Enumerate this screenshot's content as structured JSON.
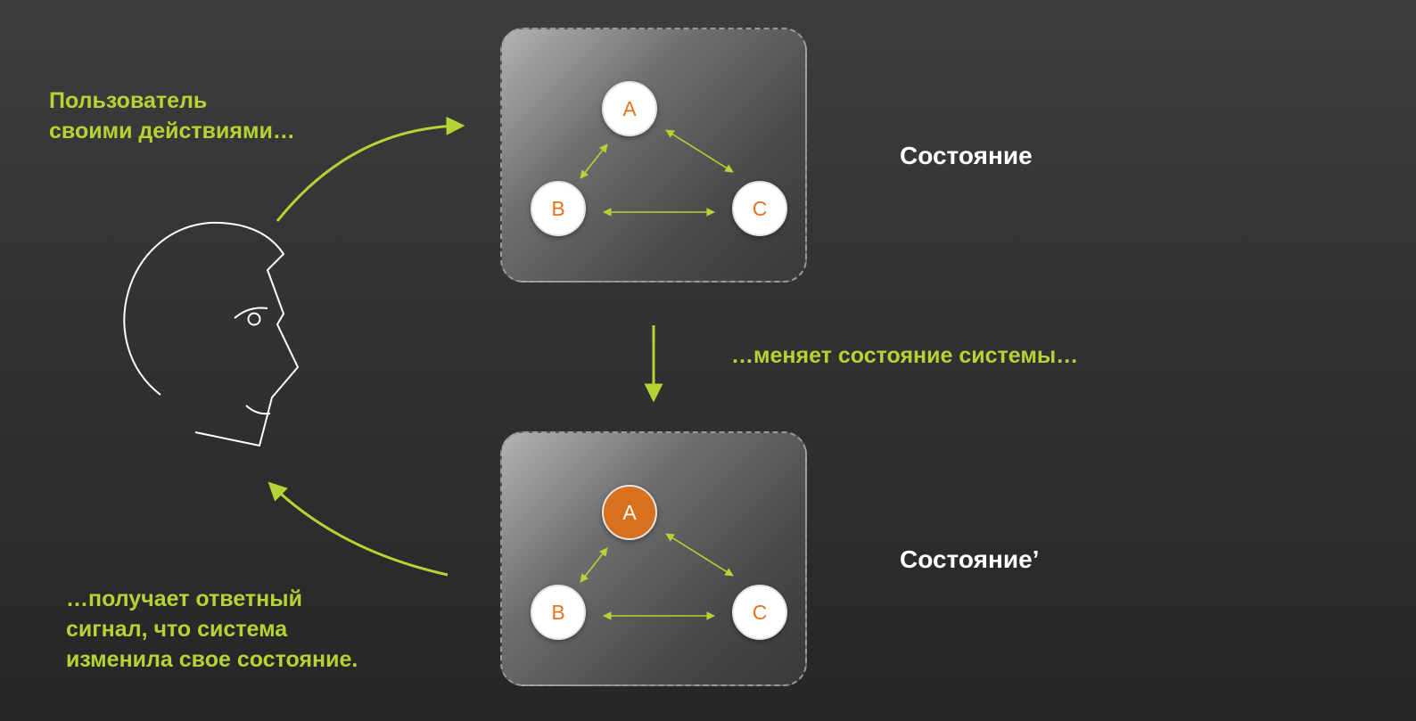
{
  "captions": {
    "top": [
      "Пользователь",
      "своими действиями…"
    ],
    "middle": "…меняет состояние системы…",
    "bottom": [
      "…получает ответный",
      "сигнал, что система",
      "изменила свое состояние."
    ]
  },
  "states": [
    {
      "label": "Состояние",
      "nodes": {
        "a": "A",
        "b": "B",
        "c": "C"
      },
      "active_node": ""
    },
    {
      "label": "Состояние’",
      "nodes": {
        "a": "A",
        "b": "B",
        "c": "C"
      },
      "active_node": "a"
    }
  ],
  "colors": {
    "accent": "#b5d334",
    "node_text": "#e8731f",
    "node_active_fill": "#d9701d",
    "state_label": "#ffffff",
    "figure_stroke": "#ffffff"
  },
  "icons": {
    "person": "person-profile-icon"
  }
}
